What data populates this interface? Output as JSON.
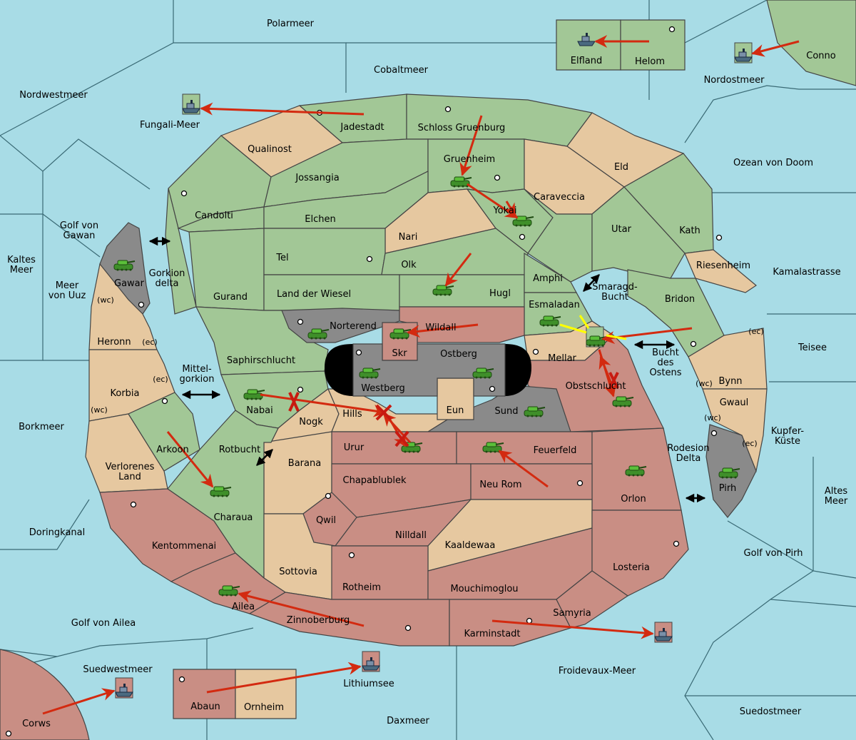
{
  "colors": {
    "sea": "#a8dce6",
    "green": "#a2c796",
    "tan": "#e6c8a0",
    "red": "#c98e84",
    "grey": "#8a8a8a",
    "order_arrow": "#d32a10",
    "support": "#ffff00"
  },
  "unit_icons": {
    "army": "tank-icon",
    "fleet": "ship-icon",
    "supply_center": "supply-center-icon"
  },
  "sea_labels": {
    "polarmeer": "Polarmeer",
    "cobaltmeer": "Cobaltmeer",
    "nordwestmeer": "Nordwestmeer",
    "fungali": "Fungali-Meer",
    "nordostmeer": "Nordostmeer",
    "ozean": "Ozean von Doom",
    "gawan": "Golf von\nGawan",
    "kaltes": "Kaltes\nMeer",
    "uuz": "Meer\nvon Uuz",
    "kamala": "Kamalastrasse",
    "teisee": "Teisee",
    "borkmeer": "Borkmeer",
    "kupfer": "Kupfer-\nKüste",
    "altes": "Altes\nMeer",
    "doring": "Doringkanal",
    "pirh_golf": "Golf von Pirh",
    "ailea_golf": "Golf von Ailea",
    "suedwest": "Suedwestmeer",
    "froid": "Froidevaux-Meer",
    "suedost": "Suedostmeer",
    "daxmeer": "Daxmeer",
    "lithium": "Lithiumsee",
    "gorkion": "Gorkion\ndelta",
    "mittel": "Mittel-\ngorkion",
    "rotbucht": "Rotbucht",
    "smaragd": "Smaragd-\nBucht",
    "bucht_ostens": "Bucht\ndes\nOstens",
    "rodesion": "Rodesion\nDelta"
  },
  "land_labels": {
    "elfland": "Elfland",
    "helom": "Helom",
    "conno": "Conno",
    "jadestadt": "Jadestadt",
    "schloss": "Schloss Gruenburg",
    "qualinost": "Qualinost",
    "gruenheim": "Gruenheim",
    "eld": "Eld",
    "jossangia": "Jossangia",
    "candolti": "Candolti",
    "elchen": "Elchen",
    "caraveccia": "Caraveccia",
    "yokai": "Yokai",
    "nari": "Nari",
    "utar": "Utar",
    "kath": "Kath",
    "tel": "Tel",
    "olk": "Olk",
    "amphi": "Amphi",
    "riesenheim": "Riesenheim",
    "gawar": "Gawar",
    "gurand": "Gurand",
    "land_wiesel": "Land der Wiesel",
    "hugl": "Hugl",
    "bridon": "Bridon",
    "esmaladan": "Esmaladan",
    "norterend": "Norterend",
    "wildall": "Wildall",
    "heronn": "Heronn",
    "saphir": "Saphirschlucht",
    "skr": "Skr",
    "ostberg": "Ostberg",
    "mellar": "Mellar",
    "westberg": "Westberg",
    "obstschlucht": "Obstschlucht",
    "bynn": "Bynn",
    "korbia": "Korbia",
    "nabai": "Nabai",
    "hills": "Hills",
    "eun": "Eun",
    "sund": "Sund",
    "gwaul": "Gwaul",
    "nogk": "Nogk",
    "arkoon": "Arkoon",
    "urur": "Urur",
    "feuerfeld": "Feuerfeld",
    "verlorenes": "Verlorenes\nLand",
    "barana": "Barana",
    "chapa": "Chapablublek",
    "neurom": "Neu Rom",
    "orlon": "Orlon",
    "pirh": "Pirh",
    "charaua": "Charaua",
    "qwil": "Qwil",
    "nilldall": "Nilldall",
    "kaaldewaa": "Kaaldewaa",
    "kentommenai": "Kentommenai",
    "sottovia": "Sottovia",
    "rotheim": "Rotheim",
    "mouchi": "Mouchimoglou",
    "losteria": "Losteria",
    "ailea": "Ailea",
    "zinnoberburg": "Zinnoberburg",
    "samyria": "Samyria",
    "karminstadt": "Karminstadt",
    "abaun": "Abaun",
    "ornheim": "Ornheim",
    "corws": "Corws"
  },
  "coast_tags": {
    "wc_uuz": "(wc)",
    "ec_heronn": "(ec)",
    "ec_korbia": "(ec)",
    "wc_korbia": "(wc)",
    "ec_bynn": "(ec)",
    "wc_bynn": "(wc)",
    "wc_gwaul": "(wc)",
    "ec_gwaul": "(ec)"
  }
}
